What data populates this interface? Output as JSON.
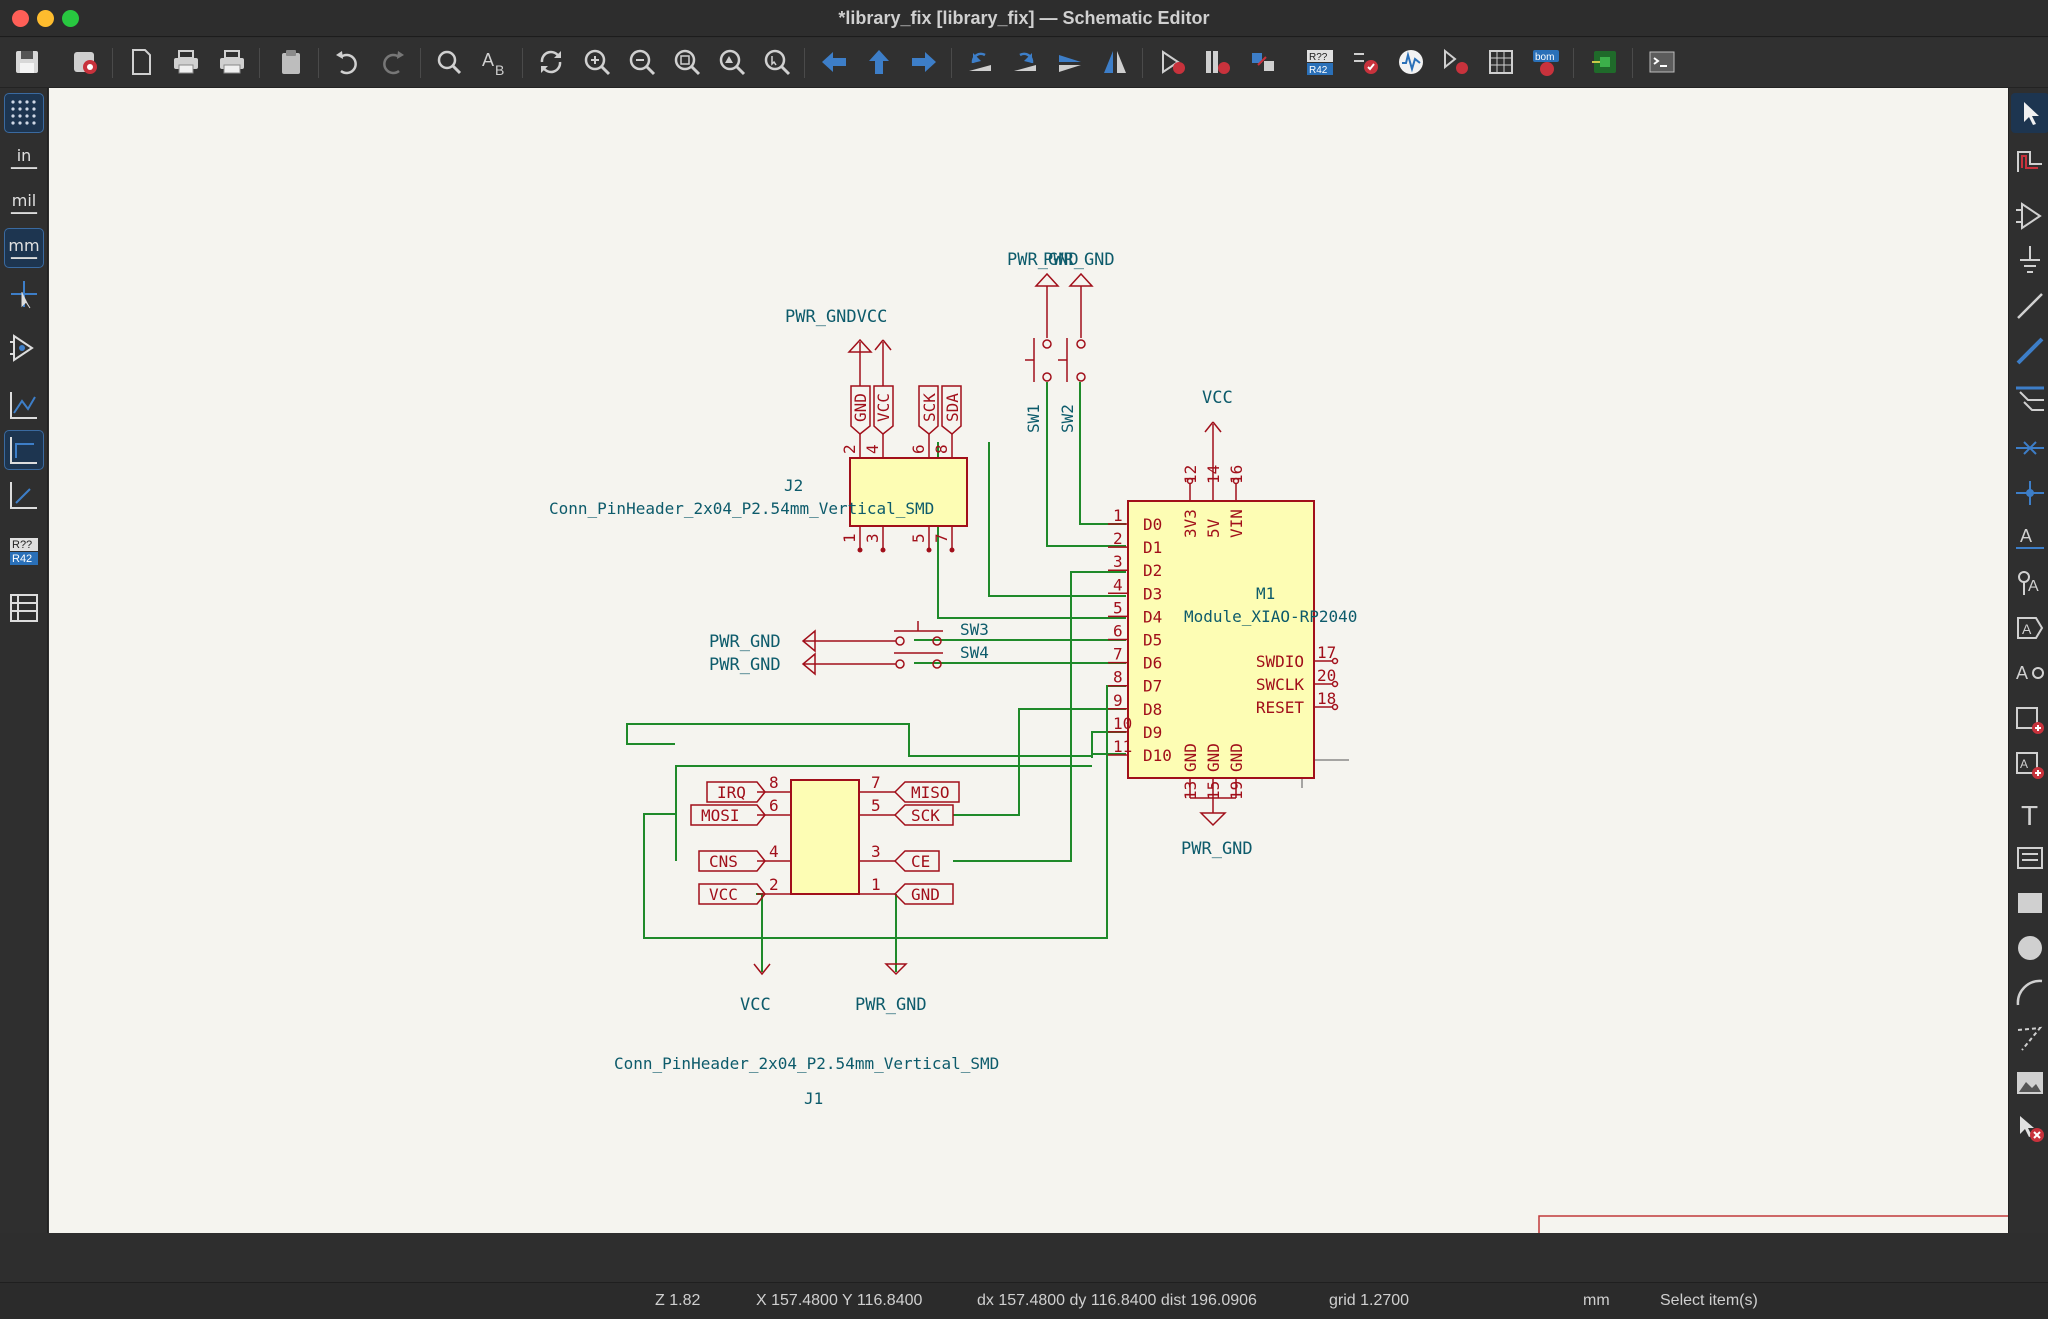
{
  "window": {
    "title": "*library_fix [library_fix] — Schematic Editor"
  },
  "colors": {
    "wire": "#1f8a2a",
    "component": "#a10f1a",
    "component_fill": "#fdfdb4",
    "label": "#0d5b6b",
    "canvas": "#f5f4ef"
  },
  "toolbar": {
    "icons": [
      "save-icon",
      "schematic-setup-icon",
      "page-settings-icon",
      "print-icon",
      "plot-icon",
      "paste-icon",
      "undo-icon",
      "redo-icon",
      "find-icon",
      "find-replace-icon",
      "refresh-icon",
      "zoom-in-icon",
      "zoom-out-icon",
      "zoom-fit-icon",
      "zoom-objects-icon",
      "zoom-selection-icon",
      "navigate-back-icon",
      "navigate-up-icon",
      "navigate-forward-icon",
      "rotate-ccw-icon",
      "rotate-cw-icon",
      "mirror-vertical-icon",
      "mirror-horizontal-icon",
      "symbol-editor-icon",
      "symbol-library-browser-icon",
      "footprint-assignment-icon",
      "annotate-icon",
      "erc-icon",
      "simulator-icon",
      "symbol-fields-table-icon",
      "edit-symbol-fields-icon",
      "bom-icon",
      "pcb-editor-icon",
      "scripting-console-icon"
    ],
    "annotate_badge_top": "R??",
    "annotate_badge_bottom": "R42",
    "bom_badge": "bom"
  },
  "left_toolbar": {
    "unit_in": "in",
    "unit_mil": "mil",
    "unit_mm": "mm",
    "badge_top": "R??",
    "badge_bottom": "R42"
  },
  "schematic": {
    "j2": {
      "ref": "J2",
      "value": "Conn_PinHeader_2x04_P2.54mm_Vertical_SMD",
      "power_label": "PWR_GNDVCC",
      "top_pins": [
        "2",
        "4",
        "6",
        "8"
      ],
      "bottom_pins": [
        "1",
        "3",
        "5",
        "7"
      ],
      "labels": [
        "GND",
        "VCC",
        "SCK",
        "SDA"
      ]
    },
    "switches": {
      "top_power_label": "PWR_GND",
      "sw1": "SW1",
      "sw2": "SW2",
      "sw3": "SW3",
      "sw4": "SW4",
      "gnd3": "PWR_GND",
      "gnd4": "PWR_GND"
    },
    "m1": {
      "ref": "M1",
      "value": "Module_XIAO-RP2040",
      "vcc_label": "VCC",
      "gnd_label": "PWR_GND",
      "left_pins": [
        "1",
        "2",
        "3",
        "4",
        "5",
        "6",
        "7",
        "8",
        "9",
        "10",
        "11"
      ],
      "left_names": [
        "D0",
        "D1",
        "D2",
        "D3",
        "D4",
        "D5",
        "D6",
        "D7",
        "D8",
        "D9",
        "D10"
      ],
      "top_pins": [
        "12",
        "14",
        "16"
      ],
      "top_names": [
        "3V3",
        "5V",
        "VIN"
      ],
      "right_pins": [
        "17",
        "20",
        "18"
      ],
      "right_names": [
        "SWDIO",
        "SWCLK",
        "RESET"
      ],
      "bottom_pins": [
        "13",
        "15",
        "19"
      ],
      "bottom_names": [
        "GND",
        "GND",
        "GND"
      ]
    },
    "j1": {
      "ref": "J1",
      "value": "Conn_PinHeader_2x04_P2.54mm_Vertical_SMD",
      "left_pins": [
        "8",
        "6",
        "4",
        "2"
      ],
      "right_pins": [
        "7",
        "5",
        "3",
        "1"
      ],
      "left_labels": [
        "IRQ",
        "MOSI",
        "CNS",
        "VCC"
      ],
      "right_labels": [
        "MISO",
        "SCK",
        "CE",
        "GND"
      ],
      "vcc_label": "VCC",
      "gnd_label": "PWR_GND"
    }
  },
  "status": {
    "zoom": "Z 1.82",
    "xy": "X 157.4800  Y 116.8400",
    "delta": "dx 157.4800  dy 116.8400  dist 196.0906",
    "grid": "grid 1.2700",
    "units": "mm",
    "mode": "Select item(s)"
  }
}
